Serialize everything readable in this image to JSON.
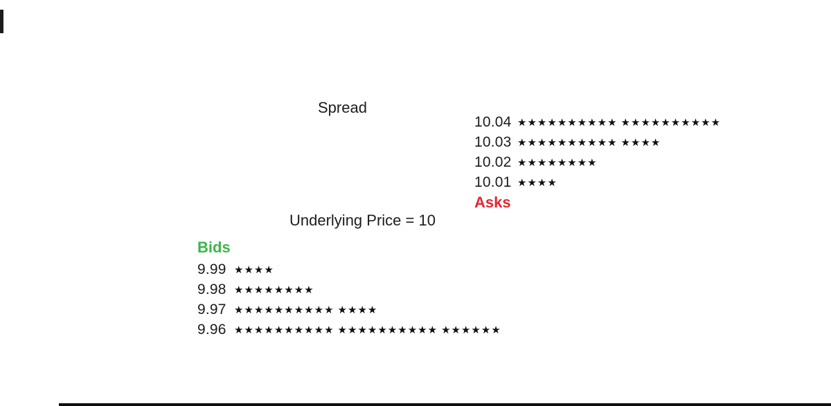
{
  "figure": {
    "title": "Spread",
    "underlying_label": "Underlying Price = 10",
    "star_glyph": "★",
    "asks": {
      "label": "Asks",
      "color": "#e8252e",
      "rows": [
        {
          "price": "10.04",
          "size": 20
        },
        {
          "price": "10.03",
          "size": 14
        },
        {
          "price": "10.02",
          "size": 8
        },
        {
          "price": "10.01",
          "size": 4
        }
      ]
    },
    "bids": {
      "label": "Bids",
      "color": "#3cb54a",
      "rows": [
        {
          "price": "9.99",
          "size": 4
        },
        {
          "price": "9.98",
          "size": 8
        },
        {
          "price": "9.97",
          "size": 14
        },
        {
          "price": "9.96",
          "size": 26
        }
      ]
    }
  },
  "chart_data": {
    "type": "bar",
    "title": "Spread",
    "annotation": "Underlying Price = 10",
    "orientation": "horizontal-pictograph",
    "unit_glyph": "★",
    "series": [
      {
        "name": "Asks",
        "color": "#e8252e",
        "prices": [
          10.04,
          10.03,
          10.02,
          10.01
        ],
        "sizes": [
          20,
          14,
          8,
          4
        ]
      },
      {
        "name": "Bids",
        "color": "#3cb54a",
        "prices": [
          9.99,
          9.98,
          9.97,
          9.96
        ],
        "sizes": [
          4,
          8,
          14,
          26
        ]
      }
    ],
    "legend_position": "inline-labels",
    "grid": false
  }
}
